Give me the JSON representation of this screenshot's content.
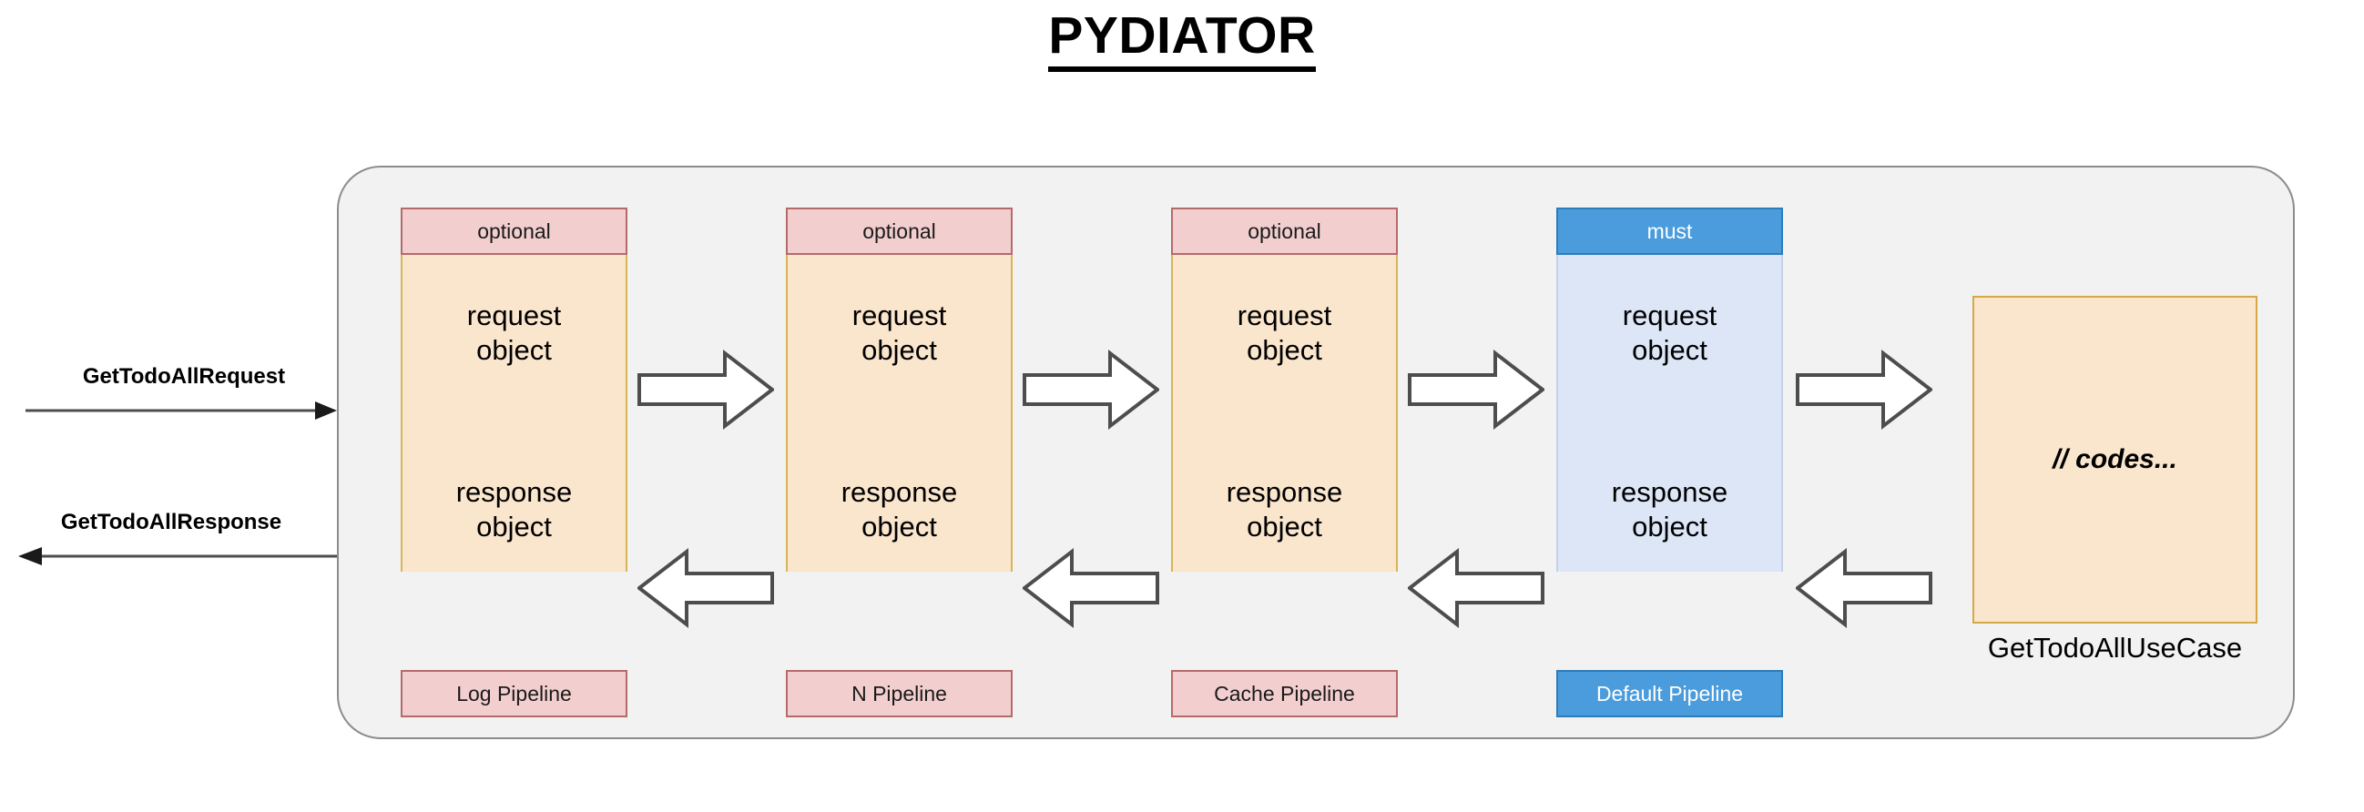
{
  "title": "PYDIATOR",
  "flow": {
    "request_label": "GetTodoAllRequest",
    "response_label": "GetTodoAllResponse",
    "request_icon": "arrow-right-icon",
    "response_icon": "arrow-left-icon"
  },
  "pipelines": [
    {
      "header": "optional",
      "request": "request\nobject",
      "request_line1": "request",
      "request_line2": "object",
      "response_line1": "response",
      "response_line2": "object",
      "footer": "Log Pipeline",
      "kind": "optional"
    },
    {
      "header": "optional",
      "request_line1": "request",
      "request_line2": "object",
      "response_line1": "response",
      "response_line2": "object",
      "footer": "N Pipeline",
      "kind": "optional"
    },
    {
      "header": "optional",
      "request_line1": "request",
      "request_line2": "object",
      "response_line1": "response",
      "response_line2": "object",
      "footer": "Cache Pipeline",
      "kind": "optional"
    },
    {
      "header": "must",
      "request_line1": "request",
      "request_line2": "object",
      "response_line1": "response",
      "response_line2": "object",
      "footer": "Default Pipeline",
      "kind": "must"
    }
  ],
  "usecase": {
    "body": "// codes...",
    "caption": "GetTodoAllUseCase"
  },
  "arrows": {
    "forward_icon": "block-arrow-right-icon",
    "backward_icon": "block-arrow-left-icon",
    "count": 4
  },
  "colors": {
    "optional_header_fill": "#f2cece",
    "optional_header_border": "#b56a6a",
    "optional_body_fill": "#fae5cd",
    "optional_body_border": "#d6b656",
    "must_header_fill": "#4a9cdc",
    "must_header_border": "#2e7cb8",
    "must_body_fill": "#dce6f7",
    "usecase_fill": "#fae5cd",
    "usecase_border": "#d6a84a",
    "container_fill": "#f2f2f2",
    "container_border": "#8c8c8c",
    "arrow_fill": "#ffffff",
    "arrow_stroke": "#4d4d4d",
    "text": "#000000"
  }
}
